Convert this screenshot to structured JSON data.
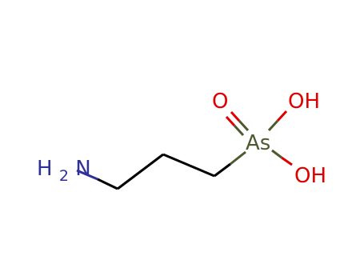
{
  "molecule": {
    "atoms": {
      "amine": {
        "main": "H",
        "subscript": "2",
        "tail": "N"
      },
      "arsenic": {
        "label": "As"
      },
      "oxo_oxygen": {
        "label": "O"
      },
      "hydroxyl_top": {
        "label": "OH"
      },
      "hydroxyl_bottom": {
        "label": "OH"
      }
    },
    "colors": {
      "carbon_bond": "#000000",
      "nitrogen": "#30309a",
      "arsenic": "#4d5a2e",
      "oxygen": "#e00000"
    }
  }
}
